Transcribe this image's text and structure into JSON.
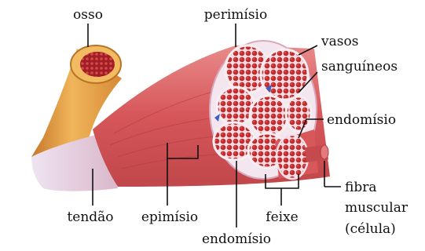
{
  "labels": {
    "osso": "osso",
    "perimisio": "perimísio",
    "vasos_1": "vasos",
    "vasos_2": "sanguíneos",
    "endomisio_top": "endomísio",
    "fibra_1": "fibra",
    "fibra_2": "muscular",
    "fibra_3": "(célula)",
    "tendao": "tendão",
    "epimisio": "epimísio",
    "feixe": "feixe",
    "endomisio_bottom": "endomísio"
  },
  "colors": {
    "bone": "#e3a245",
    "marrow": "#b8262c",
    "muscle": "#d95a5e",
    "tendon": "#e6d8ea",
    "fiber": "#c72a2a",
    "sheath": "#f3e6ee",
    "vessel": "#3b5fc4"
  }
}
